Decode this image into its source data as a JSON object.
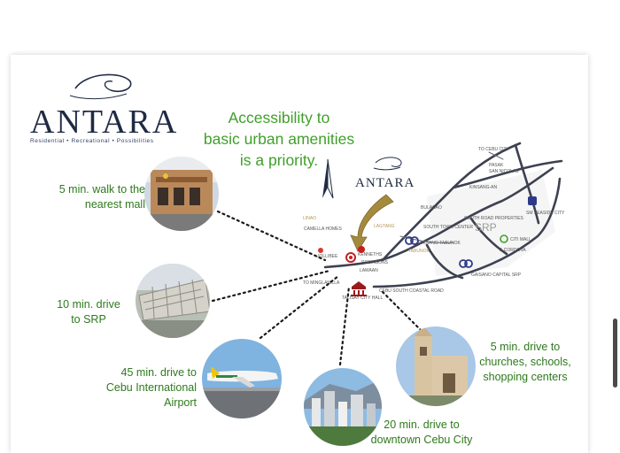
{
  "brand": {
    "name": "ANTARA",
    "tagline": "Residential • Recreational • Possibilities"
  },
  "headline": {
    "line1": "Accessibility to",
    "line2": "basic urban amenities",
    "line3": "is a priority."
  },
  "map": {
    "marker_brand": "ANTARA",
    "labels": {
      "to_cebu_city": "TO CEBU CITY",
      "pasak": "PASAK",
      "san_nicolas": "SAN NICOLAS",
      "kinsang_an": "KINSANG-AN",
      "bulacao": "BULACAO",
      "south_road_properties": "SOUTH ROAD PROPERTIES",
      "srp": "SRP",
      "sm_seaside": "SM SEASIDE CITY",
      "linao": "LINAO",
      "camella": "CAMELLA HOMES",
      "lagtang": "LAGTANG",
      "south_town": "SOUTH TOWN CENTER",
      "gaisano_tabunok": "GAISANO TABUNOK",
      "tabunok": "TABUNOK",
      "gaisano_capital": "GAISANO CAPITAL SRP",
      "lawaan": "LAWAAN",
      "jollibee": "JOLLIBEE",
      "kenneth": "KENNETHS",
      "robinsons": "ROBINSONS",
      "to_minglanilla": "TO MINGLANILLA",
      "talisay_hall": "TALISAY CITY HALL",
      "coastal_road": "CEBU SOUTH COASTAL ROAD",
      "citi_mall": "CITI MALL",
      "cordova": "& CORDOVA"
    }
  },
  "captions": {
    "mall": [
      "5 min. walk to the",
      "nearest mall"
    ],
    "srp": [
      "10 min. drive",
      "to SRP"
    ],
    "airport": [
      "45 min. drive to",
      "Cebu International",
      "Airport"
    ],
    "churches": [
      "5 min. drive to",
      "churches, schools,",
      "shopping centers"
    ],
    "downtown": [
      "20 min. drive to",
      "downtown Cebu City"
    ]
  },
  "colors": {
    "green_text": "#3fa02a",
    "caption_text": "#2d7a1c",
    "navy": "#1f2b44",
    "arrow_gold": "#a58a3e"
  }
}
